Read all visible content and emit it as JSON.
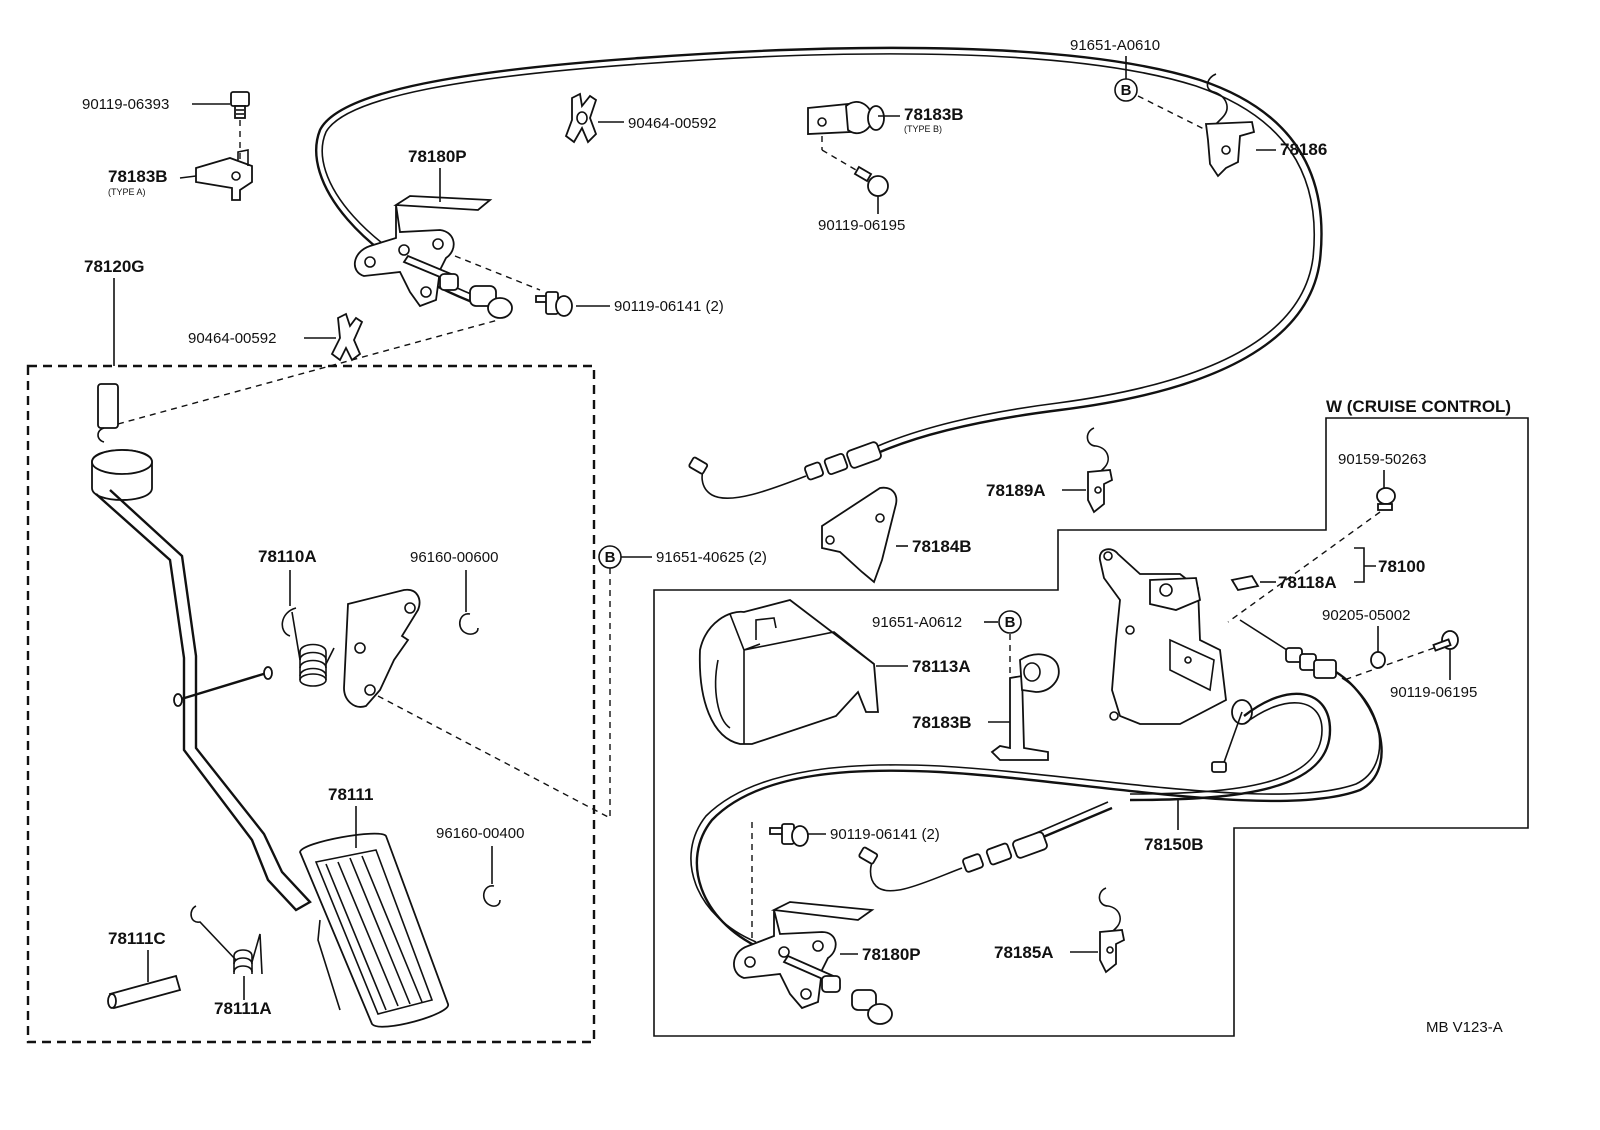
{
  "labels": {
    "bolt_top_left": "90119-06393",
    "bracket_type_a": "78183B",
    "type_a": "(TYPE A)",
    "clip_top": "90464-00592",
    "bracket_78180p_top": "78180P",
    "clip_left": "90464-00592",
    "bolt_2_top": "90119-06141 (2)",
    "bracket_type_b": "78183B",
    "type_b": "(TYPE B)",
    "bolt_06195_top": "90119-06195",
    "screw_a0610": "91651-A0610",
    "bracket_78186": "78186",
    "pedal_assy": "78120G",
    "spring_78110a": "78110A",
    "clip_00600": "96160-00600",
    "screw_40625": "91651-40625 (2)",
    "pad_78111": "78111",
    "clip_00400": "96160-00400",
    "pin_78111c": "78111C",
    "spring_78111a": "78111A",
    "cruise_control": "W (CRUISE  CONTROL)",
    "bracket_78189a": "78189A",
    "bracket_78184b": "78184B",
    "bolt_50263": "90159-50263",
    "actuator_78100": "78100",
    "part_78118a": "78118A",
    "washer_05002": "90205-05002",
    "bolt_06195_right": "90119-06195",
    "screw_a0612": "91651-A0612",
    "cover_78113a": "78113A",
    "bracket_78183b_mid": "78183B",
    "bolt_2_bottom": "90119-06141 (2)",
    "cable_78150b": "78150B",
    "bracket_78180p_bottom": "78180P",
    "bracket_78185a": "78185A",
    "ref_code": "MB  V123-A"
  },
  "markers": {
    "b": "B"
  }
}
